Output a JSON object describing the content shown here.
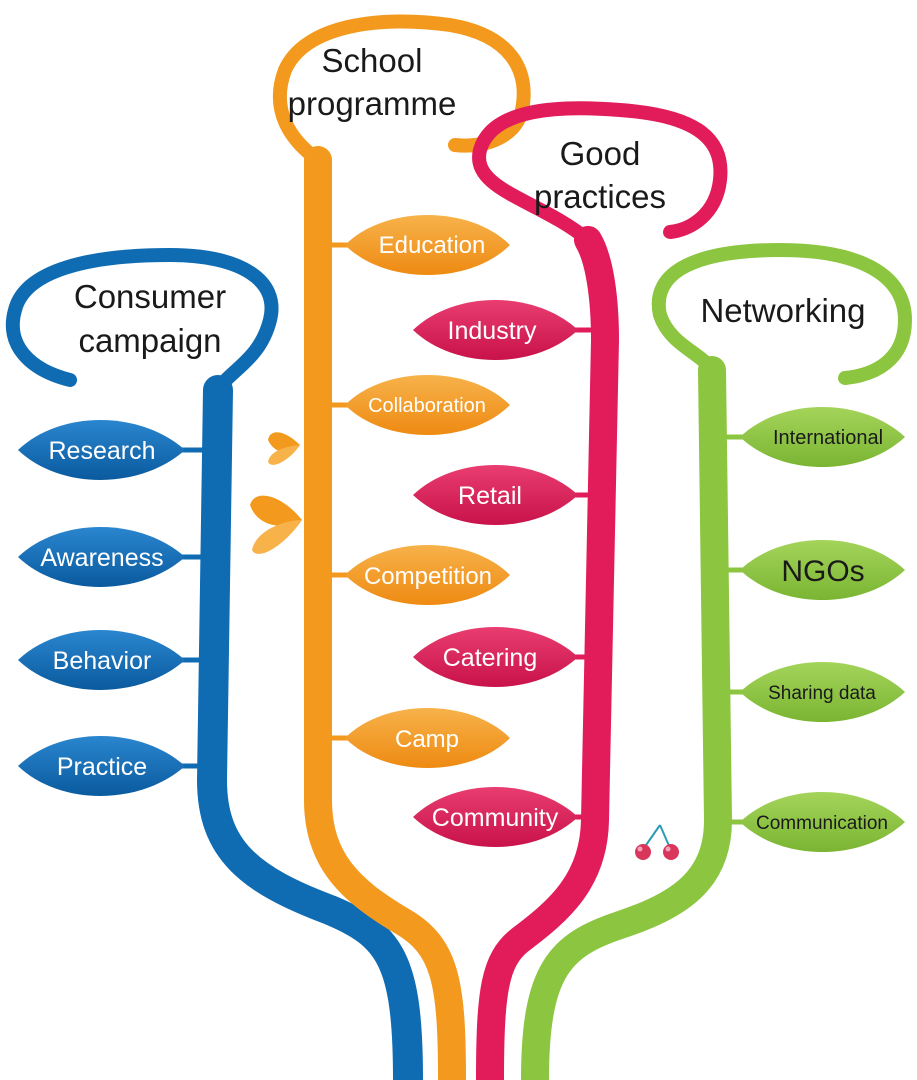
{
  "colors": {
    "blue": "#0f6cb3",
    "orange": "#f39a1e",
    "red": "#e21b5a",
    "green": "#8cc53f",
    "cherry": "#d9365c"
  },
  "branches": {
    "blue": {
      "title_line1": "Consumer",
      "title_line2": "campaign",
      "leaves": [
        "Research",
        "Awareness",
        "Behavior",
        "Practice"
      ]
    },
    "orange": {
      "title_line1": "School",
      "title_line2": "programme",
      "leaves": [
        "Education",
        "Collaboration",
        "Competition",
        "Camp"
      ]
    },
    "red": {
      "title_line1": "Good",
      "title_line2": "practices",
      "leaves": [
        "Industry",
        "Retail",
        "Catering",
        "Community"
      ]
    },
    "green": {
      "title": "Networking",
      "leaves": [
        "International",
        "NGOs",
        "Sharing data",
        "Communication"
      ]
    }
  }
}
